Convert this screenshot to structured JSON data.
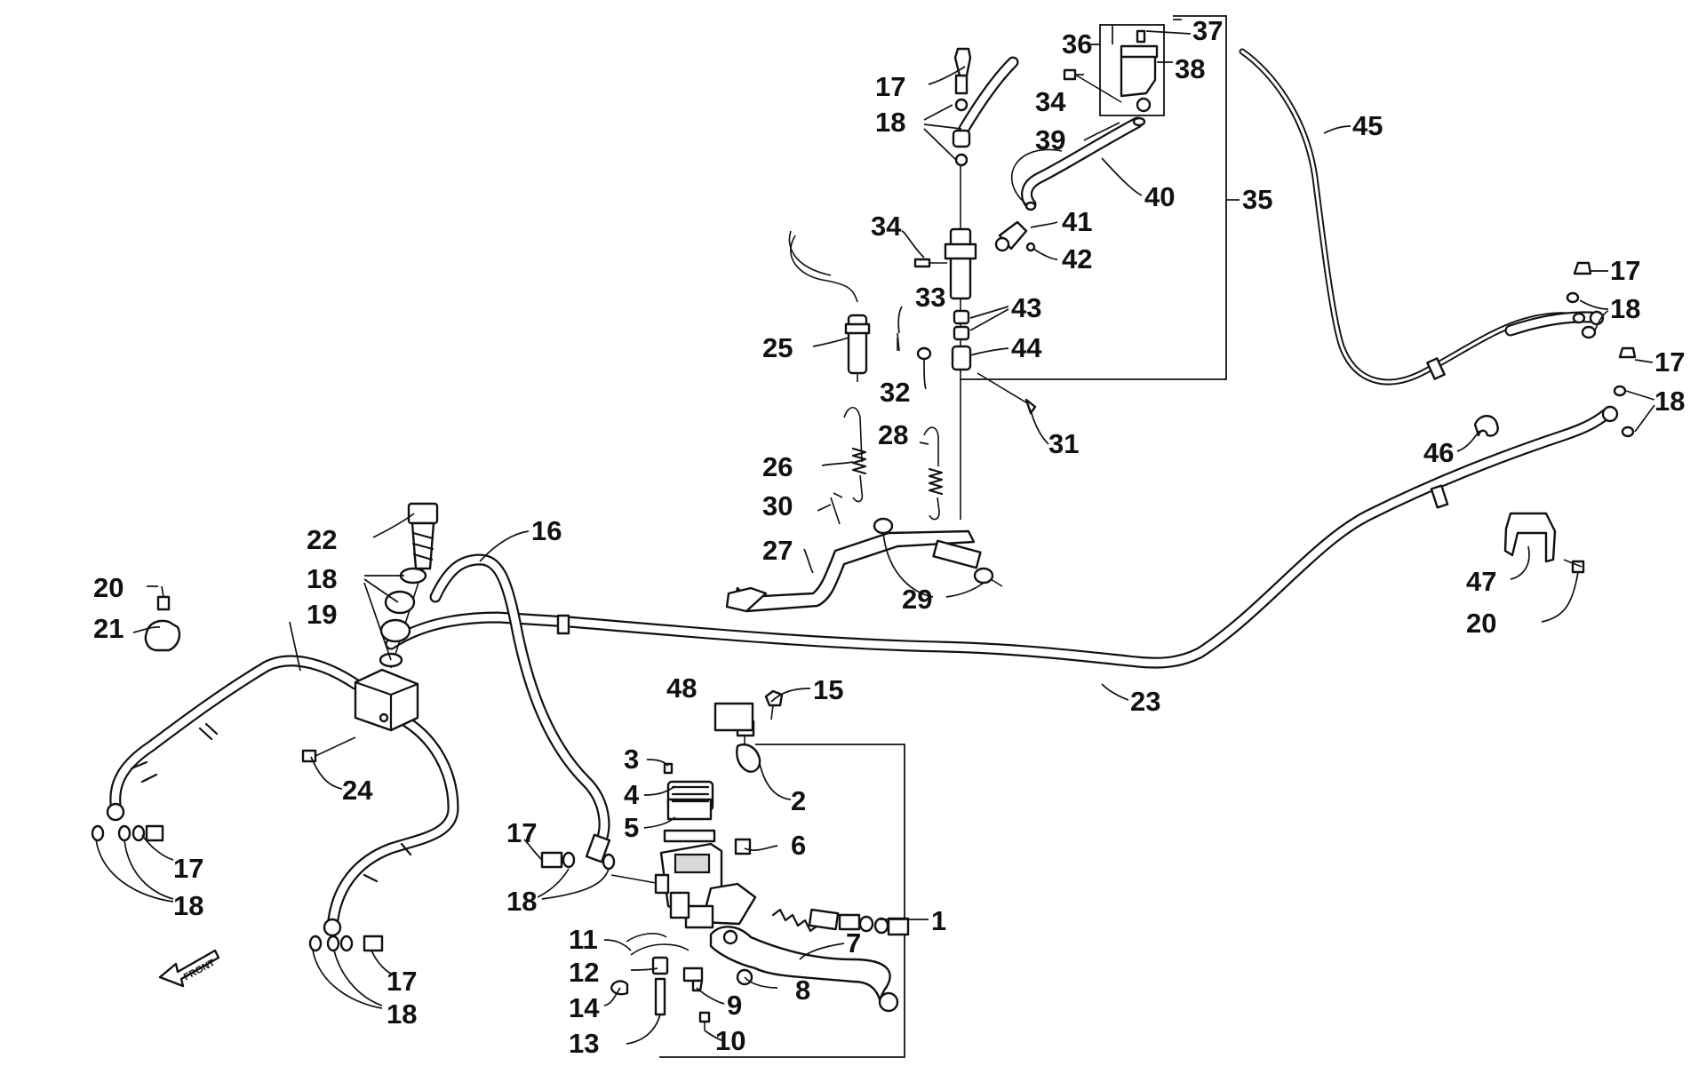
{
  "diagram": {
    "type": "exploded-parts-diagram",
    "front_arrow_label": "FRONT",
    "callouts": [
      "1",
      "2",
      "3",
      "4",
      "5",
      "6",
      "7",
      "8",
      "9",
      "10",
      "11",
      "12",
      "13",
      "14",
      "15",
      "16",
      "17",
      "18",
      "19",
      "20",
      "21",
      "22",
      "23",
      "24",
      "25",
      "26",
      "27",
      "28",
      "29",
      "30",
      "31",
      "32",
      "33",
      "34",
      "35",
      "36",
      "37",
      "38",
      "39",
      "40",
      "41",
      "42",
      "43",
      "44",
      "45",
      "46",
      "47",
      "48"
    ]
  }
}
